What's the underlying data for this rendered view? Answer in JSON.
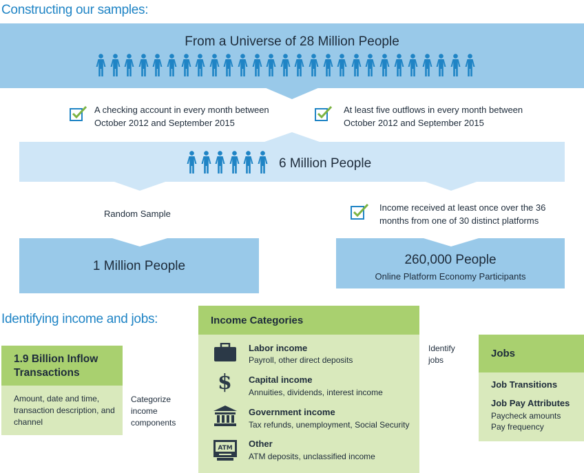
{
  "sections": {
    "constructing_title": "Constructing our samples:",
    "identifying_title": "Identifying income and jobs:"
  },
  "universe": {
    "label": "From a Universe of 28 Million People",
    "icon_count": 27
  },
  "filters": {
    "left": "A checking account in every month between October 2012 and September 2015",
    "right": "At least five outflows in every month between October 2012 and September 2015"
  },
  "subset": {
    "label": "6 Million People",
    "icon_count": 6
  },
  "branches": {
    "left_note": "Random Sample",
    "right_note": "Income received at least once over the 36 months from one of 30 distinct platforms"
  },
  "samples": {
    "left": {
      "label": "1 Million People"
    },
    "right": {
      "label": "260,000 People",
      "sublabel": "Online Platform Economy Participants"
    }
  },
  "inflow": {
    "title": "1.9 Billion Inflow Transactions",
    "body": "Amount, date and time, transaction description, and channel"
  },
  "arrows": {
    "categorize": "Categorize income components",
    "identify": "Identify jobs"
  },
  "income_categories": {
    "title": "Income Categories",
    "items": [
      {
        "icon": "briefcase-icon",
        "title": "Labor income",
        "desc": "Payroll, other direct deposits"
      },
      {
        "icon": "dollar-icon",
        "title": "Capital income",
        "desc": "Annuities, dividends, interest income"
      },
      {
        "icon": "bank-icon",
        "title": "Government income",
        "desc": "Tax refunds, unemployment, Social Security"
      },
      {
        "icon": "atm-icon",
        "title": "Other",
        "desc": "ATM deposits, unclassified income"
      }
    ]
  },
  "jobs": {
    "title": "Jobs",
    "transitions": "Job Transitions",
    "pay_title": "Job Pay Attributes",
    "pay_items": [
      "Paycheck amounts",
      "Pay frequency"
    ]
  },
  "colors": {
    "accent_blue": "#1f84c5",
    "band_blue": "#99c9e9",
    "light_blue": "#cfe6f7",
    "green_header": "#a9d06f",
    "green_body": "#d9e9bc",
    "people_icon": "#1f84c5"
  }
}
